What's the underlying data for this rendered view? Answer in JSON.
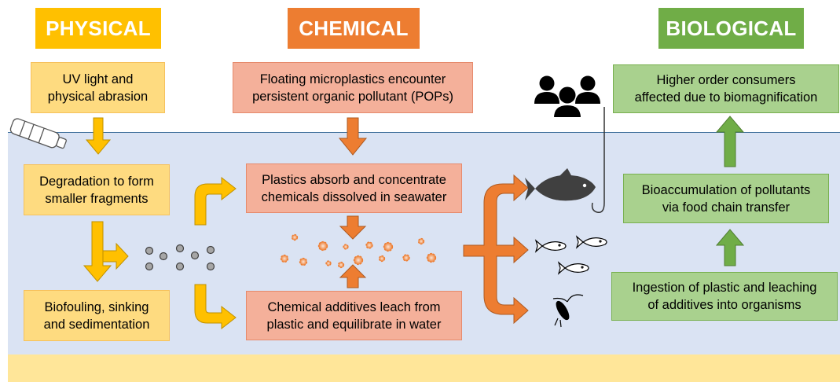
{
  "headers": {
    "physical": "PHYSICAL",
    "chemical": "CHEMICAL",
    "biological": "BIOLOGICAL"
  },
  "physical": {
    "uv": "UV light and\nphysical abrasion",
    "degradation": "Degradation to form\nsmaller fragments",
    "biofouling": "Biofouling, sinking\nand sedimentation"
  },
  "chemical": {
    "floating": "Floating microplastics encounter\npersistent organic pollutant (POPs)",
    "absorb": "Plastics absorb and concentrate\nchemicals dissolved in seawater",
    "leach": "Chemical additives leach from\nplastic and equilibrate in water"
  },
  "biological": {
    "higher": "Higher order consumers\naffected due to biomagnification",
    "bioaccumulation": "Bioaccumulation of pollutants\nvia food chain transfer",
    "ingestion": "Ingestion of plastic and leaching\nof additives into organisms"
  },
  "icons": [
    "plastic-bottle-icon",
    "people-icon",
    "fish-icon",
    "fishing-hook-icon",
    "small-fish-icon",
    "zooplankton-icon"
  ],
  "colors": {
    "physical": "#ffc000",
    "chemical": "#ed7d31",
    "biological": "#70ad47",
    "water": "#dae3f3",
    "sediment": "#ffe699"
  }
}
